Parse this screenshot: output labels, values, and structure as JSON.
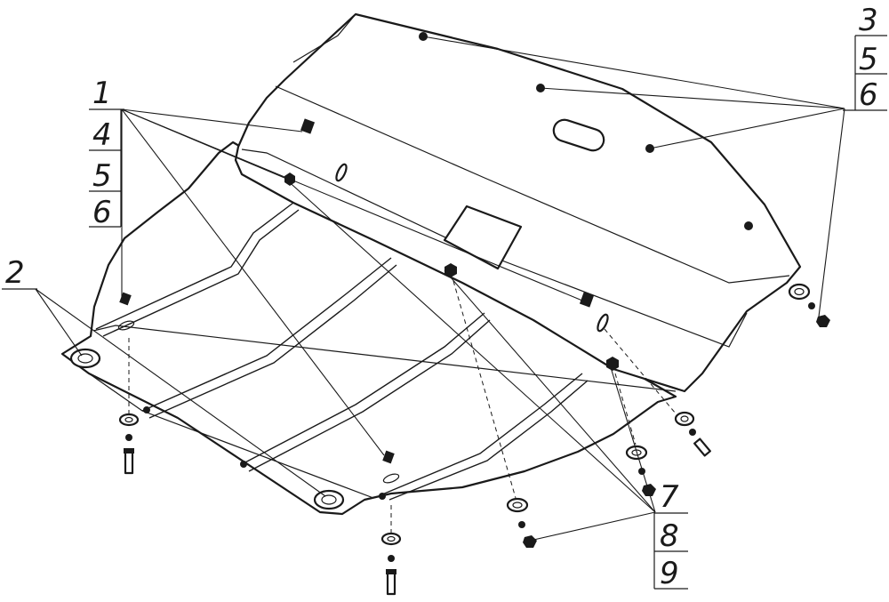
{
  "callouts": {
    "group_upper_left": [
      "1",
      "4",
      "5",
      "6"
    ],
    "group_left": [
      "2"
    ],
    "group_upper_right": [
      "3",
      "5",
      "6"
    ],
    "group_lower_right": [
      "7",
      "8",
      "9"
    ]
  }
}
